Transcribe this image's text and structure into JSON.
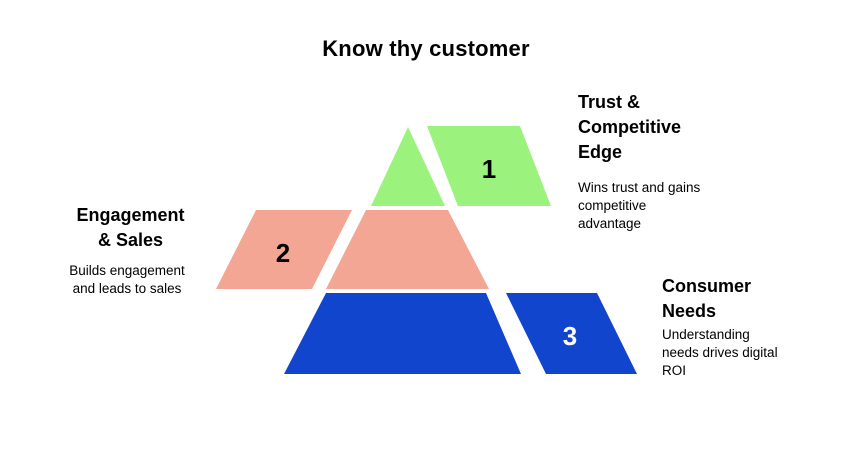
{
  "title": "Know thy customer",
  "colors": {
    "green": "#9bf27c",
    "salmon": "#f4a694",
    "blue": "#1245cd",
    "background": "#ffffff",
    "text": "#000000"
  },
  "tiers": [
    {
      "number": "1",
      "label": "Trust & Competitive Edge",
      "description": "Wins trust and gains competitive advantage",
      "side": "right",
      "color": "#9bf27c",
      "number_color": "#000000"
    },
    {
      "number": "2",
      "label": "Engagement & Sales",
      "description": "Builds engagement and leads to sales",
      "side": "left",
      "color": "#f4a694",
      "number_color": "#000000"
    },
    {
      "number": "3",
      "label": "Consumer Needs",
      "description": "Understanding needs drives digital ROI",
      "side": "right",
      "color": "#1245cd",
      "number_color": "#ffffff"
    }
  ]
}
